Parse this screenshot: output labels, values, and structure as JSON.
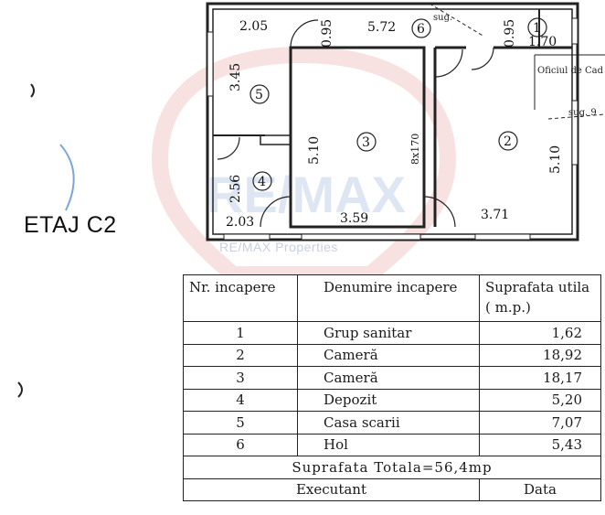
{
  "etaj_label": "ETAJ C2",
  "watermark": {
    "brand": "RE/MAX",
    "subtext": "RE/MAX Properties"
  },
  "plan": {
    "dimensions": {
      "d_205": "2.05",
      "d_095a": "0.95",
      "d_572": "5.72",
      "d_095b": "0.95",
      "d_170": "1.70",
      "d_345": "3.45",
      "d_510a": "5.10",
      "d_8x170": "8x170",
      "d_510b": "5.10",
      "d_256": "2.56",
      "d_203": "2.03",
      "d_359": "3.59",
      "d_371": "3.71"
    },
    "room_numbers": [
      "1",
      "2",
      "3",
      "4",
      "5",
      "6"
    ],
    "notes": {
      "oficiu": "Oficiul de Cad",
      "sug": "sug.",
      "sug9": "sug. 9"
    }
  },
  "table": {
    "headers": {
      "nr": "Nr. incapere",
      "denumire": "Denumire incapere",
      "suprafata": "Suprafata utila ( m.p.)"
    },
    "rows": [
      {
        "nr": "1",
        "name": "Grup sanitar",
        "area": "1,62"
      },
      {
        "nr": "2",
        "name": "Cameră",
        "area": "18,92"
      },
      {
        "nr": "3",
        "name": "Cameră",
        "area": "18,17"
      },
      {
        "nr": "4",
        "name": "Depozit",
        "area": "5,20"
      },
      {
        "nr": "5",
        "name": "Casa scarii",
        "area": "7,07"
      },
      {
        "nr": "6",
        "name": "Hol",
        "area": "5,43"
      }
    ],
    "total": "Suprafata Totala=56,4mp",
    "footer": {
      "executant": "Executant",
      "data": "Data"
    }
  }
}
